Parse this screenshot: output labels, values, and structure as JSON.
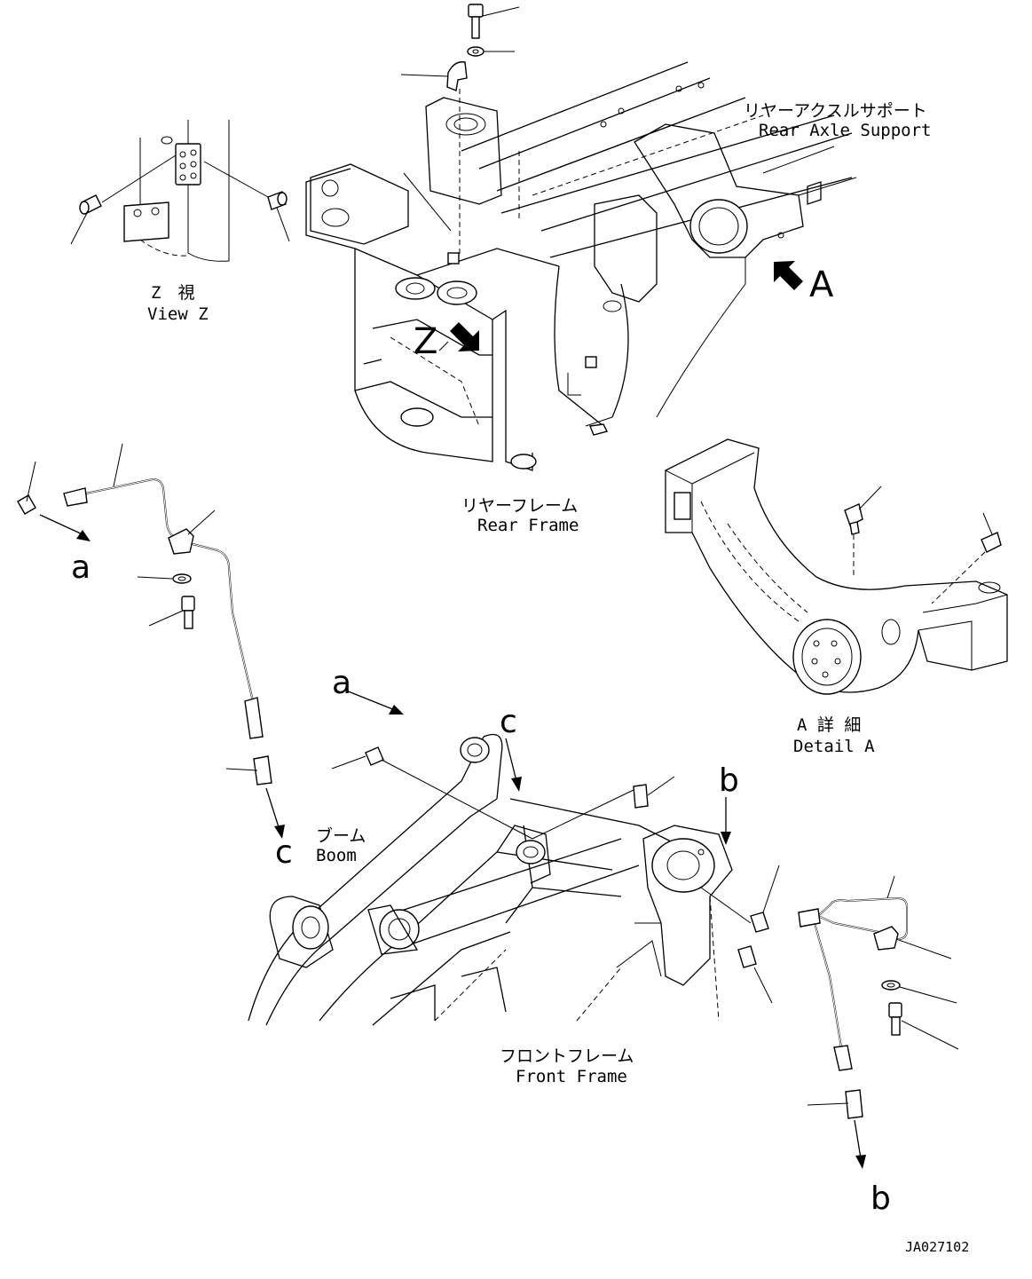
{
  "labels": {
    "view_z_jp": "Z　視",
    "view_z_en": "View Z",
    "rear_axle_support_jp": "リヤーアクスルサポート",
    "rear_axle_support_en": "Rear Axle Support",
    "rear_frame_jp": "リヤーフレーム",
    "rear_frame_en": "Rear Frame",
    "detail_a_jp": "A 詳 細",
    "detail_a_en": "Detail A",
    "boom_jp": "ブーム",
    "boom_en": "Boom",
    "front_frame_jp": "フロントフレーム",
    "front_frame_en": "Front Frame",
    "drawing_number": "JA027102"
  },
  "markers": {
    "view_a_arrow": "A",
    "view_z_arrow": "Z",
    "a_left": "a",
    "a_center": "a",
    "c_left": "c",
    "c_center": "c",
    "b_top": "b",
    "b_bottom": "b"
  },
  "icons": {
    "view_arrow": "filled-arrow-icon",
    "grease_fitting": "grease-fitting-icon",
    "bolt": "bolt-icon",
    "washer": "washer-icon",
    "clamp": "clamp-icon"
  }
}
